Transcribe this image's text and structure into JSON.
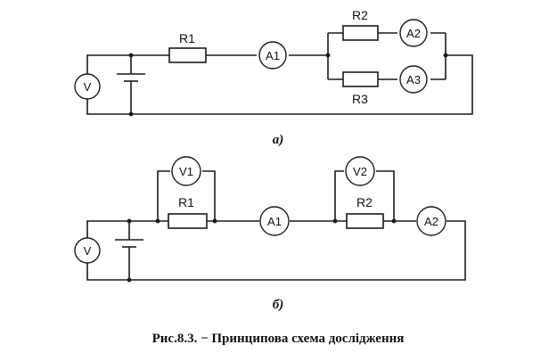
{
  "diagram_a": {
    "voltmeter": "V",
    "r1": "R1",
    "a1": "A1",
    "r2": "R2",
    "a2": "A2",
    "r3": "R3",
    "a3": "A3",
    "sublabel": "а)"
  },
  "diagram_b": {
    "voltmeter": "V",
    "v1": "V1",
    "r1": "R1",
    "a1": "A1",
    "v2": "V2",
    "r2": "R2",
    "a2": "A2",
    "sublabel": "б)"
  },
  "caption": "Рис.8.3. − Принципова схема дослідження"
}
